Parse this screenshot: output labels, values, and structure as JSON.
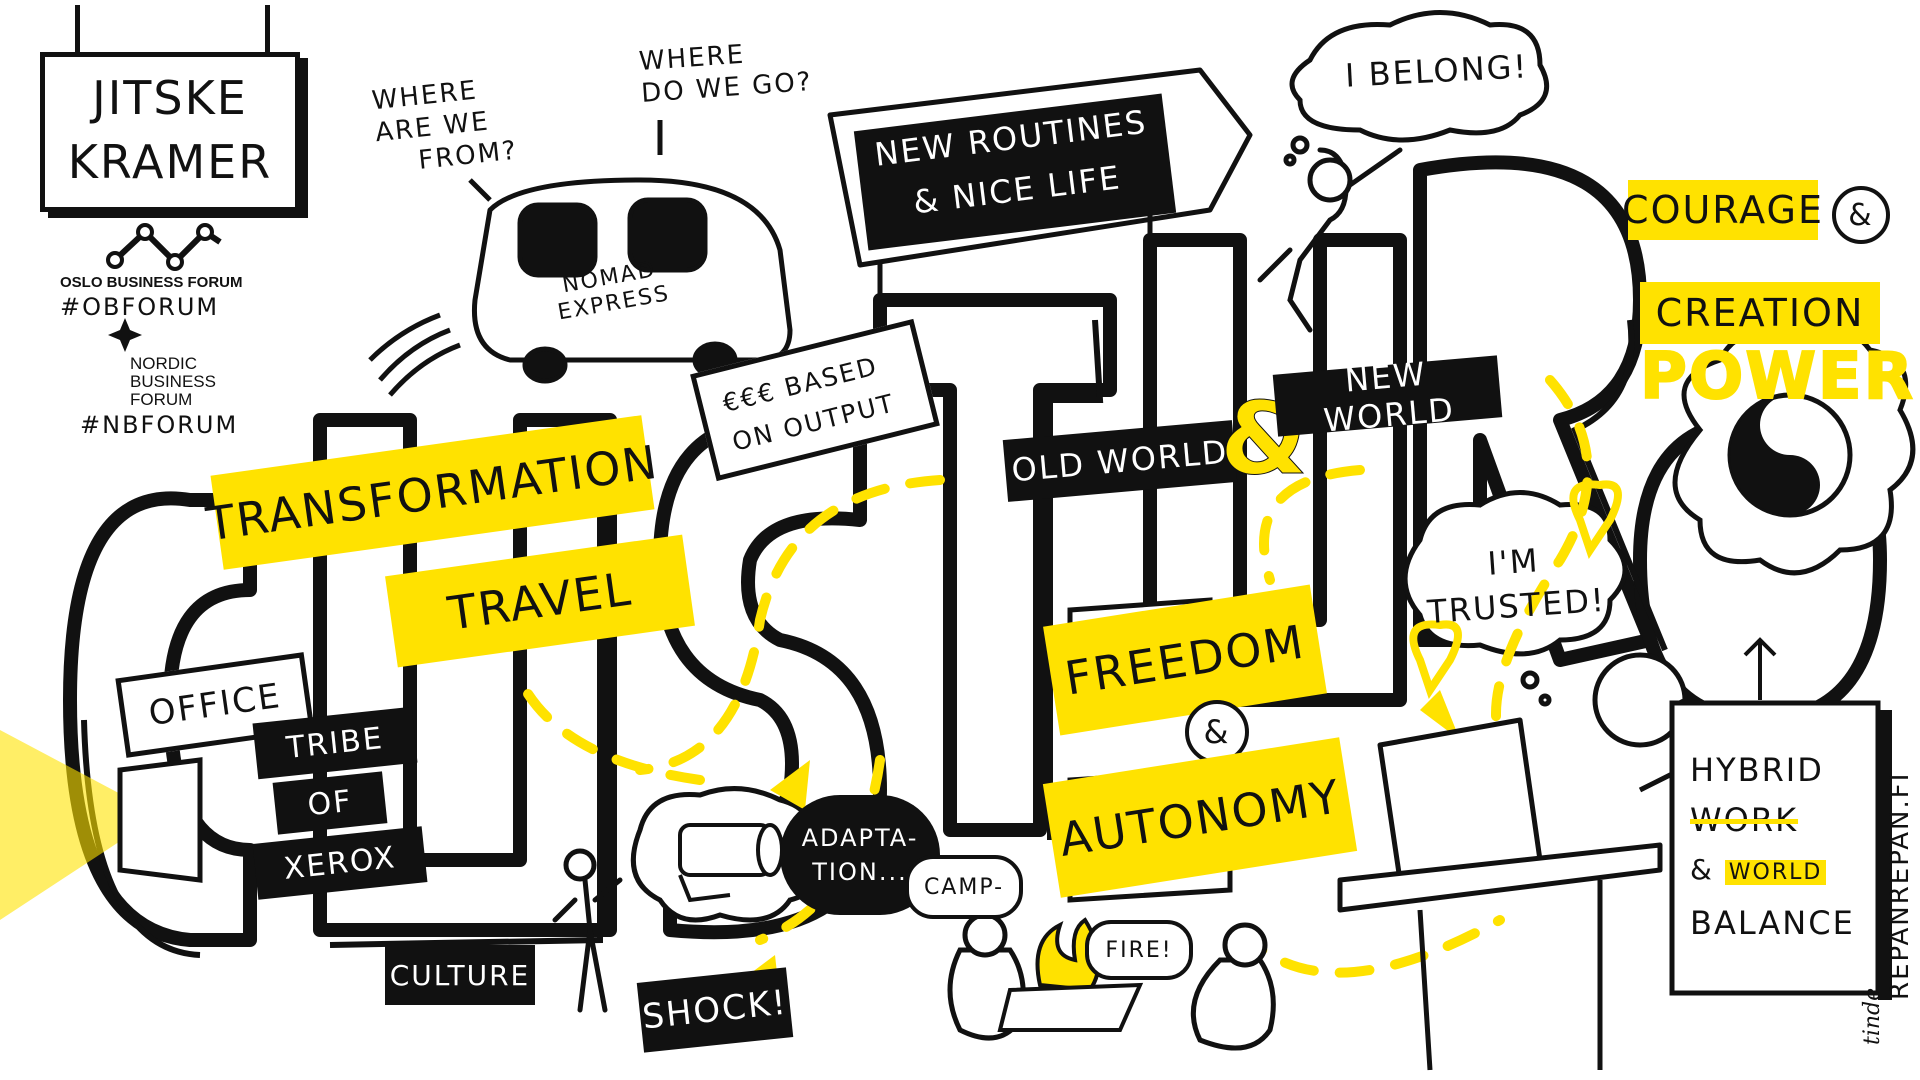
{
  "colors": {
    "accent_yellow": "#FFE200",
    "ink": "#111111",
    "paper": "#ffffff"
  },
  "speaker": {
    "name_line1": "JITSKE",
    "name_line2": "KRAMER"
  },
  "events": {
    "oslo_logo_icon": "network-nodes-icon",
    "oslo_name": "OSLO BUSINESS FORUM",
    "oslo_tag": "#OBFORUM",
    "nordic_logo_icon": "star-diamond-icon",
    "nordic_line1": "NORDIC",
    "nordic_line2": "BUSINESS",
    "nordic_line3": "FORUM",
    "nordic_tag": "#NBFORUM"
  },
  "questions": {
    "from_line1": "WHERE",
    "from_line2": "ARE WE",
    "from_line3": "FROM?",
    "go_line1": "WHERE",
    "go_line2": "DO WE GO?"
  },
  "bus": {
    "line1": "NOMAD",
    "line2": "EXPRESS"
  },
  "signpost": {
    "line1": "NEW ROUTINES",
    "line2": "& NICE LIFE"
  },
  "thoughts": {
    "belong": "I BELONG!",
    "trusted_line1": "I'M",
    "trusted_line2": "TRUSTED!"
  },
  "courage": {
    "line1": "COURAGE",
    "ampersand": "&",
    "line2": "CREATION",
    "line3": "POWER!"
  },
  "price_tag": {
    "line1": "€€€ BASED",
    "line2": "ON OUTPUT"
  },
  "worlds": {
    "old": "OLD WORLD",
    "ampersand": "&",
    "new": "NEW WORLD"
  },
  "transformation": {
    "line1": "TRANSFORMATION",
    "line2": "TRAVEL"
  },
  "office_sign": "OFFICE",
  "tribe": {
    "line1": "TRIBE",
    "line2": "OF",
    "line3": "XEROX"
  },
  "culture_shock": {
    "culture": "CULTURE",
    "shock": "SHOCK!"
  },
  "adaptation": {
    "line1": "ADAPTA-",
    "line2": "TION..."
  },
  "freedom": {
    "line1": "FREEDOM",
    "ampersand": "&",
    "line2": "AUTONOMY"
  },
  "campfire": {
    "camp": "CAMP-",
    "fire": "FIRE!"
  },
  "hybrid": {
    "line1": "HYBRID",
    "line2": "WORK",
    "amp": "&",
    "world": "WORLD",
    "line3": "BALANCE"
  },
  "credits": {
    "signature": "tinde",
    "site": "REPANREPAN.FI"
  }
}
